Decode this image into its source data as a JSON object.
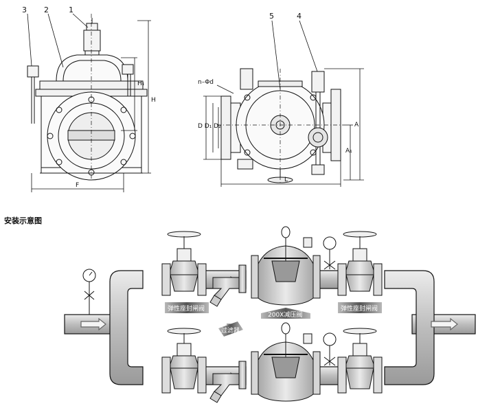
{
  "top_left": {
    "callouts": [
      "3",
      "2",
      "1"
    ],
    "dims": {
      "h1": "H₁",
      "h": "H",
      "f": "F"
    }
  },
  "top_right": {
    "callouts": [
      "5",
      "4"
    ],
    "dims": {
      "nd": "n–Φd",
      "dd": "D D₁ D₂",
      "a": "A",
      "a1": "A₁",
      "l": "L"
    }
  },
  "section_title": "安装示意图",
  "install": {
    "gate_valve_label_left": "弹性座封闸阀",
    "gate_valve_label_right": "弹性座封闸阀",
    "filter_label": "过滤器",
    "reducing_valve_label": "200X减压阀"
  },
  "colors": {
    "line": "#111111",
    "pipe_fill": "#d3d3d3",
    "valve_fill": "#cfcfcf",
    "tag_fill": "#7a7a7a"
  }
}
